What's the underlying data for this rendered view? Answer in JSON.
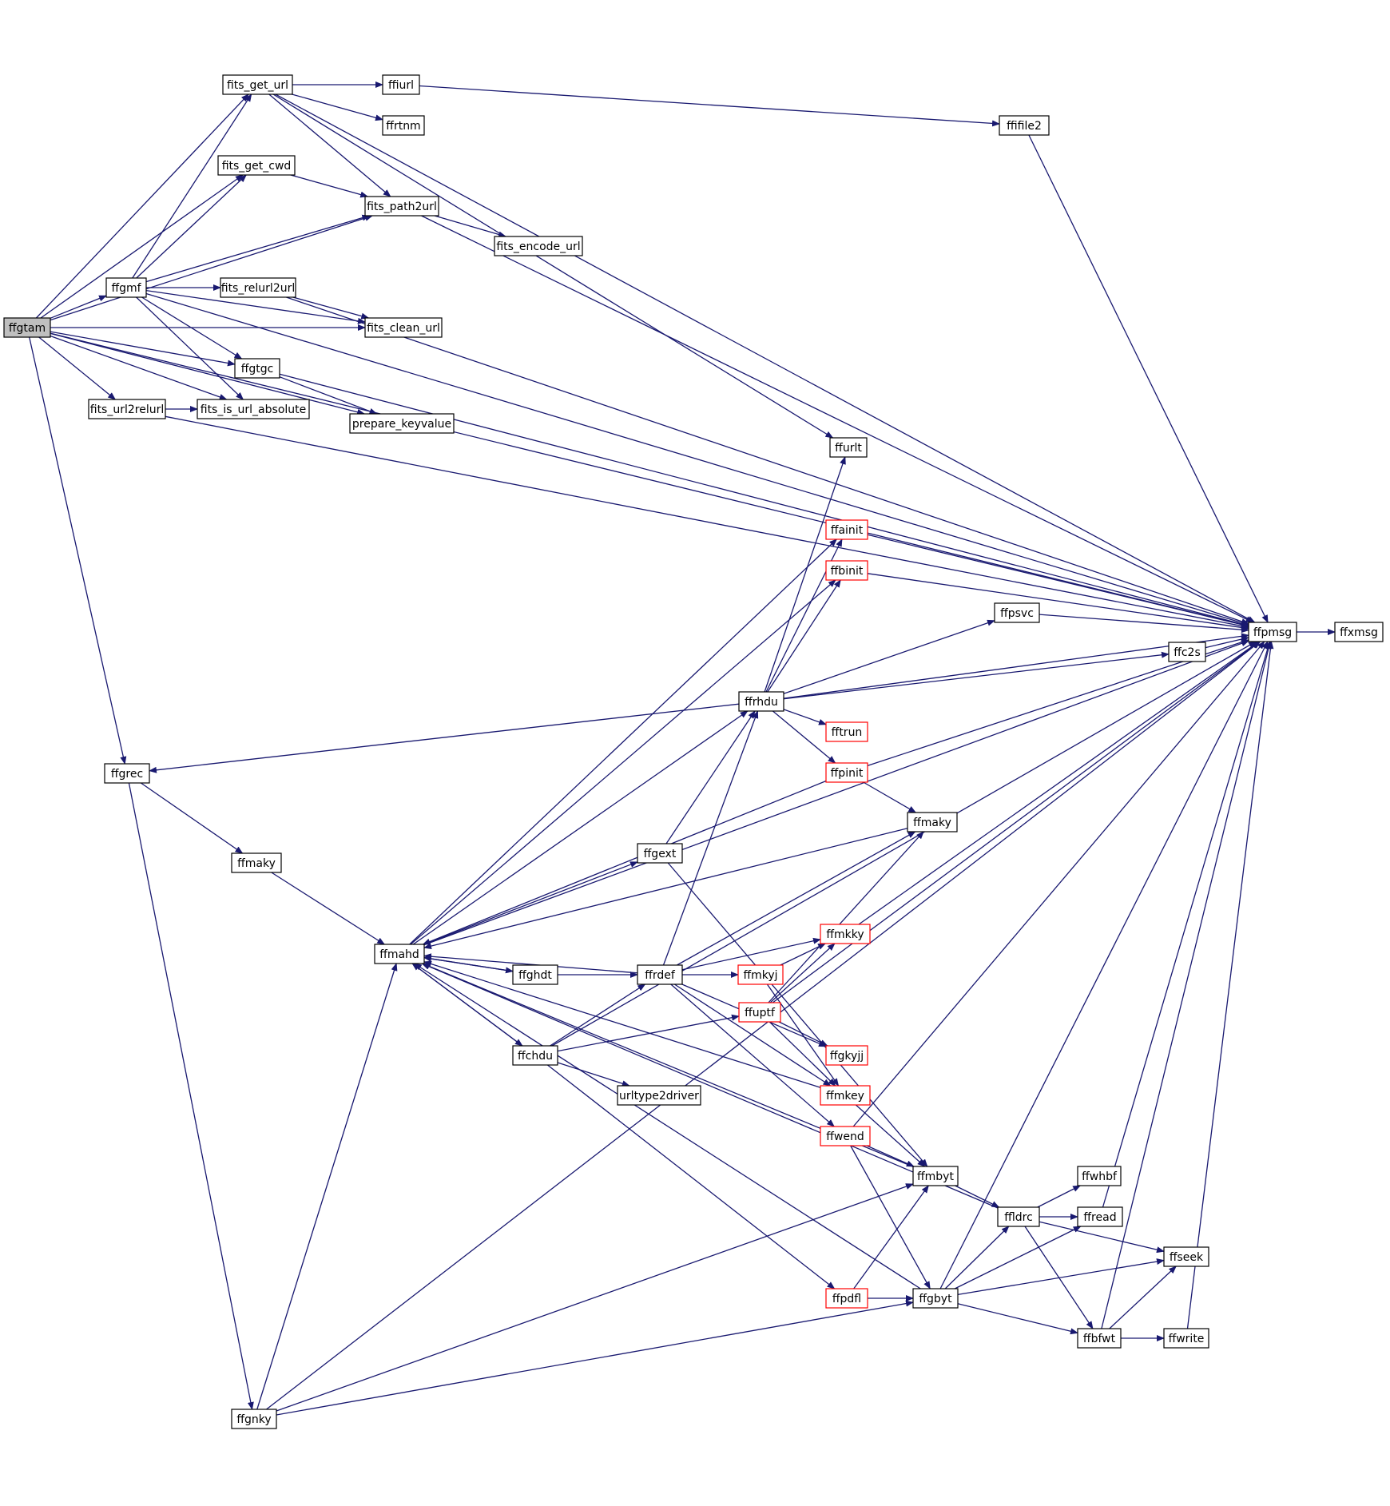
{
  "colors": {
    "edge": "#191970",
    "node_border": "#000000",
    "node_border_truncated": "#ff0000",
    "root_fill": "#bfbfbf",
    "node_fill": "#ffffff"
  },
  "nodes": [
    {
      "id": "ffgtam",
      "label": "ffgtam",
      "style": "root"
    },
    {
      "id": "fits_get_url",
      "label": "fits_get_url"
    },
    {
      "id": "ffiurl",
      "label": "ffiurl"
    },
    {
      "id": "ffrtnm",
      "label": "ffrtnm"
    },
    {
      "id": "ffifile2",
      "label": "ffifile2"
    },
    {
      "id": "fits_get_cwd",
      "label": "fits_get_cwd"
    },
    {
      "id": "fits_path2url",
      "label": "fits_path2url"
    },
    {
      "id": "fits_encode_url",
      "label": "fits_encode_url"
    },
    {
      "id": "ffgmf",
      "label": "ffgmf"
    },
    {
      "id": "fits_relurl2url",
      "label": "fits_relurl2url"
    },
    {
      "id": "fits_clean_url",
      "label": "fits_clean_url"
    },
    {
      "id": "ffgtgc",
      "label": "ffgtgc"
    },
    {
      "id": "fits_url2relurl",
      "label": "fits_url2relurl"
    },
    {
      "id": "fits_is_url_absolute",
      "label": "fits_is_url_absolute"
    },
    {
      "id": "prepare_keyvalue",
      "label": "prepare_keyvalue"
    },
    {
      "id": "ffurlt",
      "label": "ffurlt"
    },
    {
      "id": "ffainit",
      "label": "ffainit",
      "style": "truncated"
    },
    {
      "id": "ffbinit",
      "label": "ffbinit",
      "style": "truncated"
    },
    {
      "id": "ffpsvc",
      "label": "ffpsvc"
    },
    {
      "id": "ffpmsg",
      "label": "ffpmsg"
    },
    {
      "id": "ffxmsg",
      "label": "ffxmsg"
    },
    {
      "id": "ffc2s",
      "label": "ffc2s"
    },
    {
      "id": "ffrhdu",
      "label": "ffrhdu"
    },
    {
      "id": "fftrun",
      "label": "fftrun",
      "style": "truncated"
    },
    {
      "id": "ffgrec",
      "label": "ffgrec"
    },
    {
      "id": "ffpinit",
      "label": "ffpinit",
      "style": "truncated"
    },
    {
      "id": "ffmaky_b",
      "label": "ffmaky"
    },
    {
      "id": "ffgext",
      "label": "ffgext"
    },
    {
      "id": "ffmaky_a",
      "label": "ffmaky"
    },
    {
      "id": "ffmkky",
      "label": "ffmkky",
      "style": "truncated"
    },
    {
      "id": "ffmahd",
      "label": "ffmahd"
    },
    {
      "id": "ffghdt",
      "label": "ffghdt"
    },
    {
      "id": "ffrdef",
      "label": "ffrdef"
    },
    {
      "id": "ffmkyj",
      "label": "ffmkyj",
      "style": "truncated"
    },
    {
      "id": "ffuptf",
      "label": "ffuptf",
      "style": "truncated"
    },
    {
      "id": "ffchdu",
      "label": "ffchdu"
    },
    {
      "id": "ffgkyjj",
      "label": "ffgkyjj",
      "style": "truncated"
    },
    {
      "id": "urltype2driver",
      "label": "urltype2driver"
    },
    {
      "id": "ffmkey",
      "label": "ffmkey",
      "style": "truncated"
    },
    {
      "id": "ffwend",
      "label": "ffwend",
      "style": "truncated"
    },
    {
      "id": "ffmbyt",
      "label": "ffmbyt"
    },
    {
      "id": "ffwhbf",
      "label": "ffwhbf"
    },
    {
      "id": "ffldrc",
      "label": "ffldrc"
    },
    {
      "id": "ffread",
      "label": "ffread"
    },
    {
      "id": "ffseek",
      "label": "ffseek"
    },
    {
      "id": "ffpdfl",
      "label": "ffpdfl",
      "style": "truncated"
    },
    {
      "id": "ffgbyt",
      "label": "ffgbyt"
    },
    {
      "id": "ffbfwt",
      "label": "ffbfwt"
    },
    {
      "id": "ffwrite",
      "label": "ffwrite"
    },
    {
      "id": "ffgnky",
      "label": "ffgnky"
    }
  ],
  "edges": [
    [
      "ffgtam",
      "fits_get_url"
    ],
    [
      "ffgtam",
      "ffpmsg"
    ],
    [
      "ffgtam",
      "fits_path2url"
    ],
    [
      "ffgtam",
      "fits_get_cwd"
    ],
    [
      "ffgtam",
      "ffgmf"
    ],
    [
      "ffgtam",
      "ffgtgc"
    ],
    [
      "ffgtam",
      "fits_is_url_absolute"
    ],
    [
      "ffgtam",
      "fits_url2relurl"
    ],
    [
      "ffgtam",
      "fits_clean_url"
    ],
    [
      "ffgtam",
      "prepare_keyvalue"
    ],
    [
      "ffgtam",
      "ffgrec"
    ],
    [
      "fits_get_url",
      "ffiurl"
    ],
    [
      "fits_get_url",
      "ffrtnm"
    ],
    [
      "fits_get_url",
      "fits_path2url"
    ],
    [
      "fits_get_url",
      "ffurlt"
    ],
    [
      "fits_get_url",
      "ffpmsg"
    ],
    [
      "ffiurl",
      "ffifile2"
    ],
    [
      "ffifile2",
      "ffpmsg"
    ],
    [
      "fits_get_cwd",
      "fits_path2url"
    ],
    [
      "fits_path2url",
      "fits_encode_url"
    ],
    [
      "fits_path2url",
      "ffpmsg"
    ],
    [
      "ffgmf",
      "fits_get_url"
    ],
    [
      "ffgmf",
      "fits_get_cwd"
    ],
    [
      "ffgmf",
      "fits_path2url"
    ],
    [
      "ffgmf",
      "fits_relurl2url"
    ],
    [
      "ffgmf",
      "fits_clean_url"
    ],
    [
      "ffgmf",
      "ffgtgc"
    ],
    [
      "ffgmf",
      "fits_is_url_absolute"
    ],
    [
      "ffgmf",
      "ffpmsg"
    ],
    [
      "fits_relurl2url",
      "fits_clean_url"
    ],
    [
      "fits_relurl2url",
      "ffpmsg"
    ],
    [
      "ffgtgc",
      "prepare_keyvalue"
    ],
    [
      "ffgtgc",
      "ffpmsg"
    ],
    [
      "fits_url2relurl",
      "fits_is_url_absolute"
    ],
    [
      "fits_url2relurl",
      "ffpmsg"
    ],
    [
      "ffgrec",
      "ffmaky_a"
    ],
    [
      "ffgrec",
      "ffgnky"
    ],
    [
      "ffmaky_a",
      "ffmahd"
    ],
    [
      "ffmahd",
      "ffainit"
    ],
    [
      "ffmahd",
      "ffbinit"
    ],
    [
      "ffmahd",
      "ffrhdu"
    ],
    [
      "ffmahd",
      "ffpmsg"
    ],
    [
      "ffmahd",
      "ffgext"
    ],
    [
      "ffmahd",
      "ffghdt"
    ],
    [
      "ffmahd",
      "ffchdu"
    ],
    [
      "ffrhdu",
      "ffgrec"
    ],
    [
      "ffrhdu",
      "ffurlt"
    ],
    [
      "ffrhdu",
      "ffainit"
    ],
    [
      "ffrhdu",
      "ffbinit"
    ],
    [
      "ffrhdu",
      "ffpsvc"
    ],
    [
      "ffrhdu",
      "ffc2s"
    ],
    [
      "ffrhdu",
      "ffpmsg"
    ],
    [
      "ffrhdu",
      "fftrun"
    ],
    [
      "ffrhdu",
      "ffpinit"
    ],
    [
      "ffainit",
      "ffpmsg"
    ],
    [
      "ffbinit",
      "ffpmsg"
    ],
    [
      "ffpsvc",
      "ffpmsg"
    ],
    [
      "ffc2s",
      "ffpmsg"
    ],
    [
      "ffpmsg",
      "ffxmsg"
    ],
    [
      "ffpinit",
      "ffmahd"
    ],
    [
      "ffpinit",
      "ffmaky_b"
    ],
    [
      "ffpinit",
      "ffpmsg"
    ],
    [
      "ffmaky_b",
      "ffmahd"
    ],
    [
      "ffgext",
      "ffrhdu"
    ],
    [
      "ffgext",
      "ffmbyt"
    ],
    [
      "ffghdt",
      "ffmahd"
    ],
    [
      "ffghdt",
      "ffrdef"
    ],
    [
      "ffrdef",
      "ffmahd"
    ],
    [
      "ffrdef",
      "ffrhdu"
    ],
    [
      "ffrdef",
      "ffmaky_b"
    ],
    [
      "ffrdef",
      "ffmkky"
    ],
    [
      "ffrdef",
      "ffmkyj"
    ],
    [
      "ffrdef",
      "ffgkyjj"
    ],
    [
      "ffrdef",
      "ffmkey"
    ],
    [
      "ffrdef",
      "ffwend"
    ],
    [
      "ffmkky",
      "ffpmsg"
    ],
    [
      "ffmkyj",
      "ffmkky"
    ],
    [
      "ffmkyj",
      "ffmkey"
    ],
    [
      "ffuptf",
      "ffmkky"
    ],
    [
      "ffuptf",
      "ffmaky_b"
    ],
    [
      "ffuptf",
      "ffgkyjj"
    ],
    [
      "ffuptf",
      "ffmkey"
    ],
    [
      "ffuptf",
      "ffpmsg"
    ],
    [
      "ffchdu",
      "ffmahd"
    ],
    [
      "ffchdu",
      "ffrdef"
    ],
    [
      "ffchdu",
      "ffuptf"
    ],
    [
      "ffchdu",
      "urltype2driver"
    ],
    [
      "ffchdu",
      "ffpdfl"
    ],
    [
      "ffchdu",
      "ffpmsg"
    ],
    [
      "ffmkey",
      "ffmahd"
    ],
    [
      "ffmkey",
      "ffmbyt"
    ],
    [
      "ffwend",
      "ffpmsg"
    ],
    [
      "ffwend",
      "ffmbyt"
    ],
    [
      "ffwend",
      "ffgbyt"
    ],
    [
      "ffmbyt",
      "ffmahd"
    ],
    [
      "ffmbyt",
      "ffldrc"
    ],
    [
      "ffldrc",
      "ffmahd"
    ],
    [
      "ffldrc",
      "ffwhbf"
    ],
    [
      "ffldrc",
      "ffread"
    ],
    [
      "ffldrc",
      "ffseek"
    ],
    [
      "ffldrc",
      "ffbfwt"
    ],
    [
      "ffread",
      "ffpmsg"
    ],
    [
      "ffpdfl",
      "ffmbyt"
    ],
    [
      "ffpdfl",
      "ffgbyt"
    ],
    [
      "ffgbyt",
      "ffldrc"
    ],
    [
      "ffgbyt",
      "ffread"
    ],
    [
      "ffgbyt",
      "ffseek"
    ],
    [
      "ffgbyt",
      "ffbfwt"
    ],
    [
      "ffgbyt",
      "ffmahd"
    ],
    [
      "ffgbyt",
      "ffpmsg"
    ],
    [
      "ffbfwt",
      "ffseek"
    ],
    [
      "ffbfwt",
      "ffwrite"
    ],
    [
      "ffbfwt",
      "ffpmsg"
    ],
    [
      "ffwrite",
      "ffpmsg"
    ],
    [
      "ffgnky",
      "ffmahd"
    ],
    [
      "ffgnky",
      "ffmbyt"
    ],
    [
      "ffgnky",
      "ffgbyt"
    ],
    [
      "ffgnky",
      "ffpmsg"
    ]
  ]
}
